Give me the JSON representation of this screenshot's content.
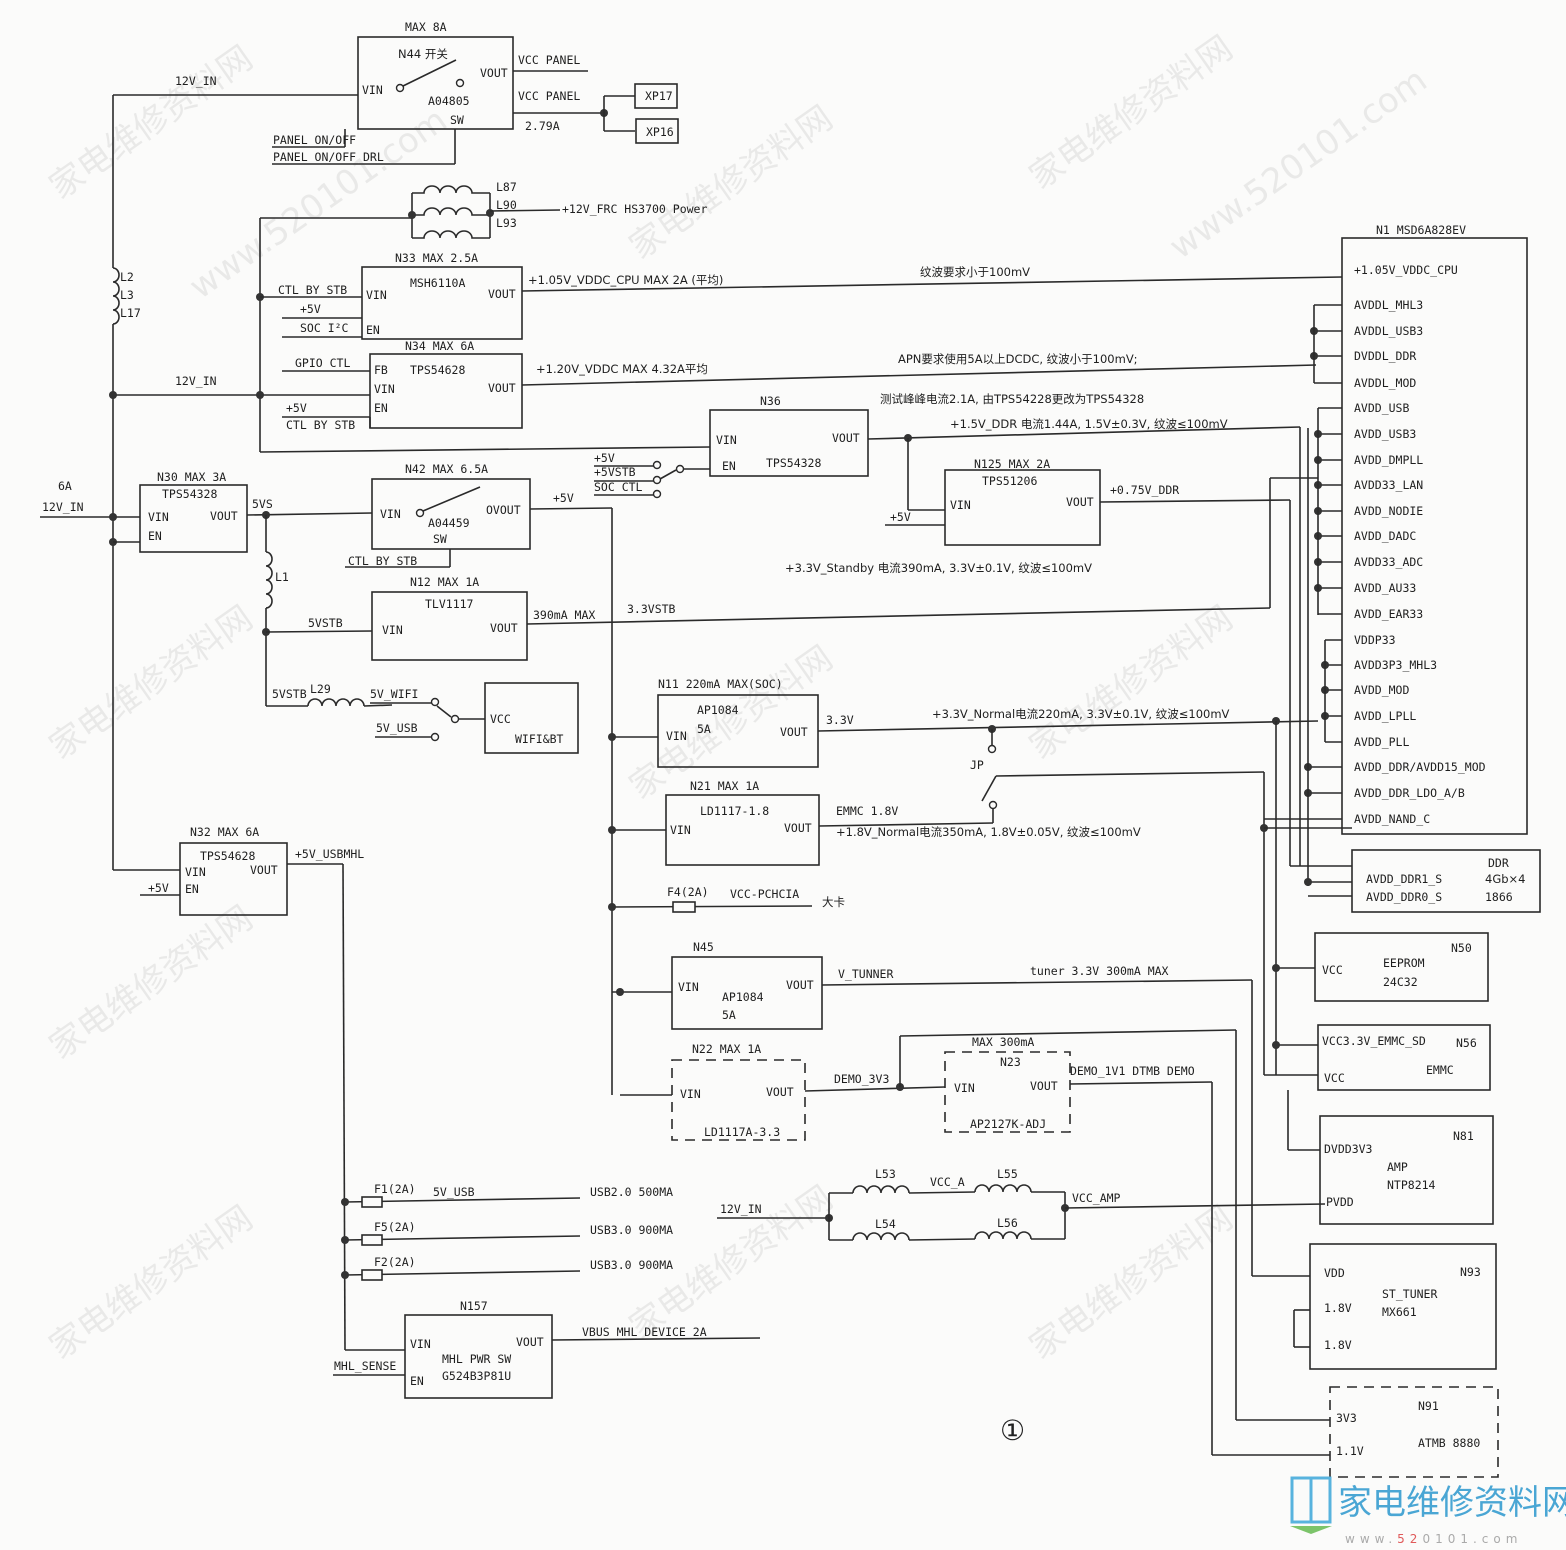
{
  "diagram": {
    "type": "power-distribution-schematic",
    "figure_marker": "①",
    "watermark": {
      "cn": "家电维修资料网",
      "url": "www.520101.com"
    },
    "logo": {
      "cn": "家电维修资料网",
      "url_pre": "www.",
      "url_red": "52",
      "url_post": "0101.com"
    },
    "inputs": {
      "main": {
        "current": "6A",
        "net": "12V_IN"
      },
      "top_net": "12V_IN",
      "mid_net": "12V_IN",
      "inductors_main": [
        "L2",
        "L3",
        "L17"
      ]
    },
    "n44": {
      "title": "MAX 8A",
      "ref": "N44 开关",
      "part": "A04805",
      "pins": {
        "vin": "VIN",
        "vout": "VOUT",
        "sw": "SW"
      },
      "out_nets": [
        "VCC PANEL",
        "VCC PANEL"
      ],
      "current": "2.79A",
      "ctl": [
        "PANEL ON/OFF",
        "PANEL ON/OFF DRL"
      ],
      "connectors": [
        "XP17",
        "XP16"
      ]
    },
    "frc": {
      "inductors": [
        "L87",
        "L90",
        "L93"
      ],
      "net": "+12V_FRC  HS3700 Power"
    },
    "n33": {
      "title": "N33 MAX 2.5A",
      "part": "MSH6110A",
      "pins": {
        "vin": "VIN",
        "vout": "VOUT",
        "en": "EN"
      },
      "inputs": [
        "CTL BY STB",
        "+5V",
        "SOC I²C"
      ],
      "out_net": "+1.05V_VDDC_CPU MAX 2A (平均)",
      "note": "纹波要求小于100mV"
    },
    "n34": {
      "title": "N34 MAX 6A",
      "part": "TPS54628",
      "pins": {
        "fb": "FB",
        "vin": "VIN",
        "vout": "VOUT",
        "en": "EN"
      },
      "inputs": [
        "GPIO CTL",
        "+5V",
        "CTL BY STB"
      ],
      "out_net": "+1.20V_VDDC  MAX 4.32A平均",
      "note": "APN要求使用5A以上DCDC, 纹波小于100mV;"
    },
    "n36": {
      "title": "N36",
      "part": "TPS54328",
      "pins": {
        "vin": "VIN",
        "vout": "VOUT",
        "en": "EN"
      },
      "en_options": [
        "+5V",
        "+5VSTB",
        "SOC CTL"
      ],
      "note": "测试峰峰电流2.1A, 由TPS54228更改为TPS54328",
      "out_net": "+1.5V_DDR 电流1.44A, 1.5V±0.3V, 纹波≤100mV"
    },
    "n125": {
      "title": "N125 MAX 2A",
      "part": "TPS51206",
      "pins": {
        "vin": "VIN",
        "vout": "VOUT"
      },
      "input": "+5V",
      "out_net": "+0.75V_DDR"
    },
    "n30": {
      "title": "N30 MAX 3A",
      "part": "TPS54328",
      "pins": {
        "vin": "VIN",
        "vout": "VOUT",
        "en": "EN"
      },
      "out_net": "5VS",
      "inductor": "L1"
    },
    "n42": {
      "title": "N42 MAX 6.5A",
      "part": "A04459",
      "pins": {
        "vin": "VIN",
        "vout": "OVOUT",
        "sw": "SW"
      },
      "ctl": "CTL BY STB",
      "out_net": "+5V"
    },
    "n12": {
      "title": "N12 MAX 1A",
      "part": "TLV1117",
      "pins": {
        "vin": "VIN",
        "vout": "VOUT"
      },
      "in_net": "5VSTB",
      "current": "390mA MAX",
      "out_net": "3.3VSTB",
      "note": "+3.3V_Standby 电流390mA, 3.3V±0.1V, 纹波≤100mV"
    },
    "wifi": {
      "in_net": "5VSTB",
      "inductor": "L29",
      "options": [
        "5V_WIFI",
        "5V_USB"
      ],
      "pin": "VCC",
      "label": "WIFI&BT"
    },
    "n11": {
      "title": "N11  220mA MAX(SOC)",
      "part": "AP1084",
      "rating": "5A",
      "pins": {
        "vin": "VIN",
        "vout": "VOUT"
      },
      "out_net": "3.3V",
      "note": "+3.3V_Normal电流220mA, 3.3V±0.1V, 纹波≤100mV",
      "jumper": "JP"
    },
    "n21": {
      "title": "N21 MAX 1A",
      "part": "LD1117-1.8",
      "pins": {
        "vin": "VIN",
        "vout": "VOUT"
      },
      "out_net": "EMMC 1.8V",
      "note": "+1.8V_Normal电流350mA, 1.8V±0.05V, 纹波≤100mV"
    },
    "f4": {
      "label": "F4(2A)",
      "net": "VCC-PCHCIA",
      "dest": "大卡"
    },
    "n45": {
      "title": "N45",
      "part": "AP1084",
      "rating": "5A",
      "pins": {
        "vin": "VIN",
        "vout": "VOUT"
      },
      "out_net": "V_TUNNER",
      "note": "tuner 3.3V 300mA MAX"
    },
    "n22": {
      "title": "N22 MAX 1A",
      "part": "LD1117A-3.3",
      "pins": {
        "vin": "VIN",
        "vout": "VOUT"
      },
      "out_net": "DEMO_3V3"
    },
    "n23": {
      "title": "MAX 300mA",
      "ref": "N23",
      "part": "AP2127K-ADJ",
      "pins": {
        "vin": "VIN",
        "vout": "VOUT"
      },
      "out_net": "DEMO_1V1 DTMB DEMO"
    },
    "n32": {
      "title": "N32 MAX 6A",
      "part": "TPS54628",
      "pins": {
        "vin": "VIN",
        "vout": "VOUT",
        "en": "EN"
      },
      "en_in": "+5V",
      "out_net": "+5V_USBMHL"
    },
    "usb": [
      {
        "fuse": "F1(2A)",
        "net": "5V_USB",
        "dest": "USB2.0 500MA"
      },
      {
        "fuse": "F5(2A)",
        "net": "",
        "dest": "USB3.0 900MA"
      },
      {
        "fuse": "F2(2A)",
        "net": "",
        "dest": "USB3.0 900MA"
      }
    ],
    "n157": {
      "title": "N157",
      "part": "MHL PWR SW",
      "part2": "G524B3P81U",
      "pins": {
        "vin": "VIN",
        "vout": "VOUT",
        "en": "EN"
      },
      "en_in": "MHL_SENSE",
      "out_net": "VBUS MHL DEVICE    2A"
    },
    "amp_filter": {
      "in_net": "12V_IN",
      "inductors": [
        "L53",
        "L55",
        "L54",
        "L56"
      ],
      "mid_net": "VCC_A",
      "out_net": "VCC_AMP"
    },
    "n1": {
      "title": "N1  MSD6A828EV",
      "pins": [
        "+1.05V_VDDC_CPU",
        "AVDDL_MHL3",
        "AVDDL_USB3",
        "DVDDL_DDR",
        "AVDDL_MOD",
        "AVDD_USB",
        "AVDD_USB3",
        "AVDD_DMPLL",
        "AVDD33_LAN",
        "AVDD_NODIE",
        "AVDD_DADC",
        "AVDD33_ADC",
        "AVDD_AU33",
        "AVDD_EAR33",
        "VDDP33",
        "AVDD3P3_MHL3",
        "AVDD_MOD",
        "AVDD_LPLL",
        "AVDD_PLL",
        "AVDD_DDR/AVDD15_MOD",
        "AVDD_DDR_LDO_A/B",
        "AVDD_NAND_C"
      ]
    },
    "ddr": {
      "pins": [
        "AVDD_DDR1_S",
        "AVDD_DDR0_S"
      ],
      "label": [
        "DDR",
        "4Gb×4",
        "1866"
      ]
    },
    "n50": {
      "ref": "N50",
      "pin": "VCC",
      "label": [
        "EEPROM",
        "24C32"
      ]
    },
    "n56": {
      "ref": "N56",
      "pins": [
        "VCC3.3V_EMMC_SD",
        "VCC"
      ],
      "label": "EMMC"
    },
    "n81": {
      "ref": "N81",
      "pins": [
        "DVDD3V3",
        "PVDD"
      ],
      "label": [
        "AMP",
        "NTP8214"
      ]
    },
    "n93": {
      "ref": "N93",
      "pins": [
        "VDD",
        "1.8V",
        "1.8V"
      ],
      "label": [
        "ST_TUNER",
        "MX661"
      ]
    },
    "n91": {
      "ref": "N91",
      "pins": [
        "3V3",
        "1.1V"
      ],
      "label": "ATMB 8880"
    }
  }
}
